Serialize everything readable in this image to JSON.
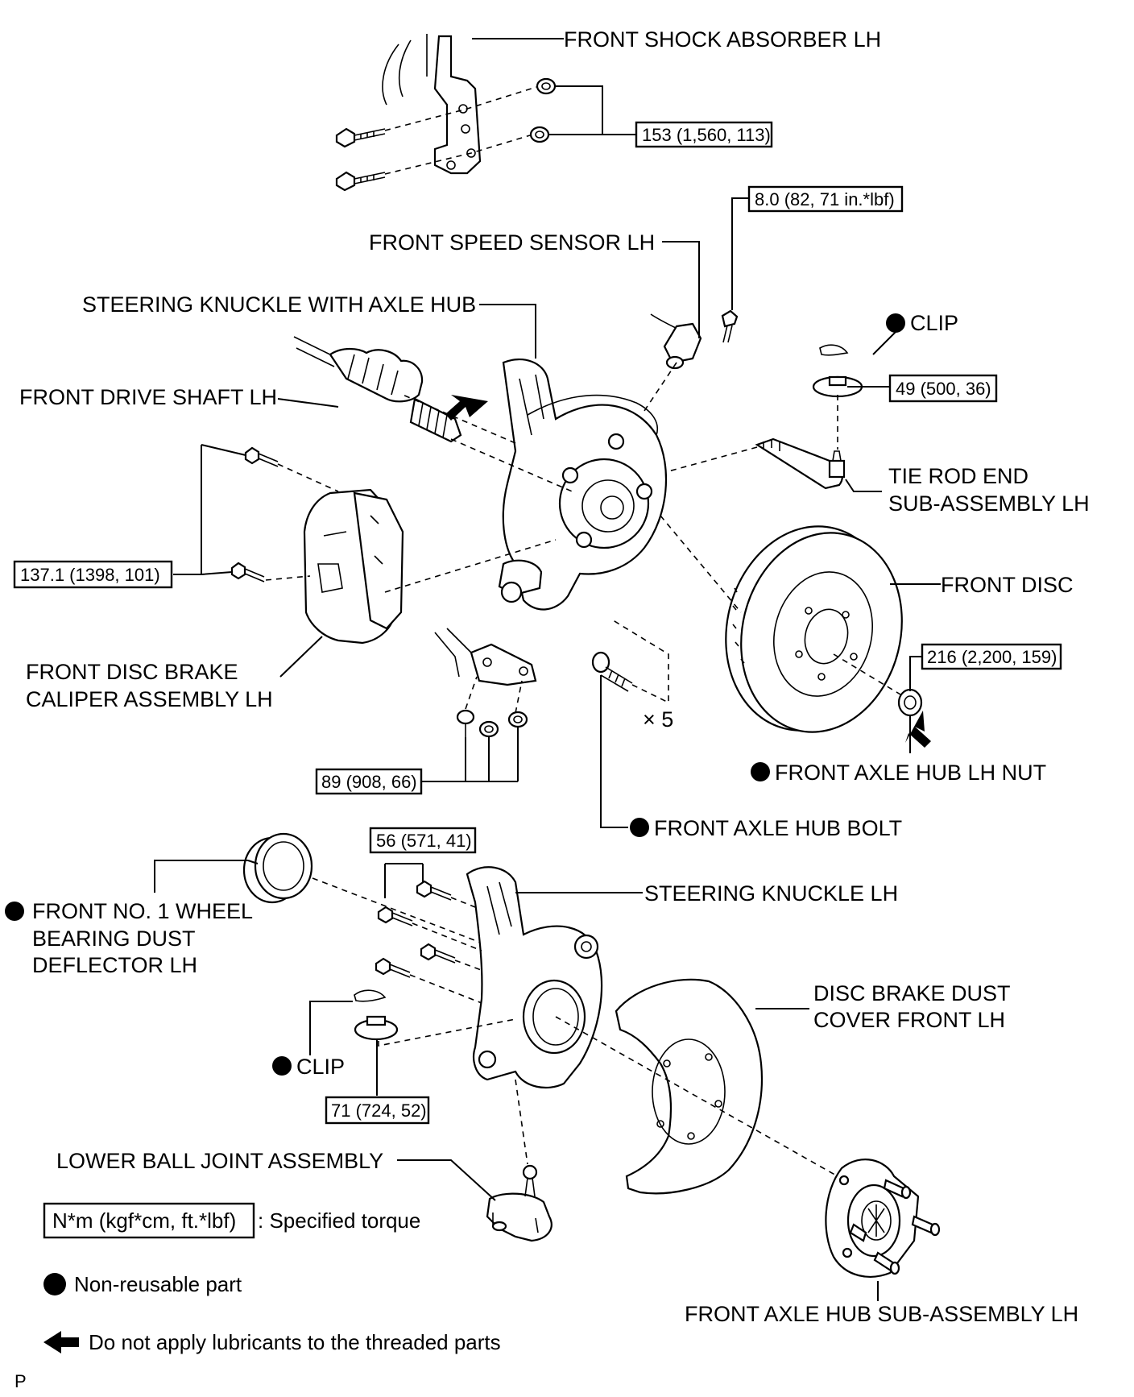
{
  "labels": {
    "front_shock_absorber": "FRONT SHOCK ABSORBER LH",
    "front_speed_sensor": "FRONT SPEED SENSOR LH",
    "steering_knuckle_with_axle_hub": "STEERING KNUCKLE WITH AXLE HUB",
    "front_drive_shaft": "FRONT DRIVE SHAFT LH",
    "clip_upper": "CLIP",
    "tie_rod_end_line1": "TIE ROD END",
    "tie_rod_end_line2": "SUB-ASSEMBLY LH",
    "front_disc": "FRONT DISC",
    "caliper_line1": "FRONT DISC BRAKE",
    "caliper_line2": "CALIPER ASSEMBLY LH",
    "times_five": "× 5",
    "axle_hub_nut": "FRONT AXLE HUB LH NUT",
    "axle_hub_bolt": "FRONT AXLE HUB BOLT",
    "steering_knuckle": "STEERING KNUCKLE LH",
    "dust_deflector_line1": "FRONT NO. 1 WHEEL",
    "dust_deflector_line2": "BEARING DUST",
    "dust_deflector_line3": "DEFLECTOR LH",
    "dust_cover_line1": "DISC BRAKE DUST",
    "dust_cover_line2": "COVER FRONT LH",
    "clip_lower": "CLIP",
    "lower_ball_joint": "LOWER BALL JOINT ASSEMBLY",
    "axle_hub_sub_assembly": "FRONT AXLE HUB SUB-ASSEMBLY LH",
    "corner_mark": "P"
  },
  "torques": {
    "shock_nuts": "153 (1,560, 113)",
    "speed_sensor_bolt": "8.0 (82, 71 in.*lbf)",
    "tie_rod_nut": "49 (500, 36)",
    "caliper_bolts": "137.1 (1398, 101)",
    "axle_nut": "216 (2,200, 159)",
    "ball_joint_nuts": "89 (908, 66)",
    "knuckle_bolts": "56 (571, 41)",
    "lower_ball_joint_nut": "71 (724, 52)"
  },
  "legend": {
    "torque_box": "N*m (kgf*cm, ft.*lbf)",
    "torque_text": ": Specified torque",
    "non_reusable": "Non-reusable part",
    "no_lubricant": "Do not apply lubricants to the threaded parts"
  }
}
